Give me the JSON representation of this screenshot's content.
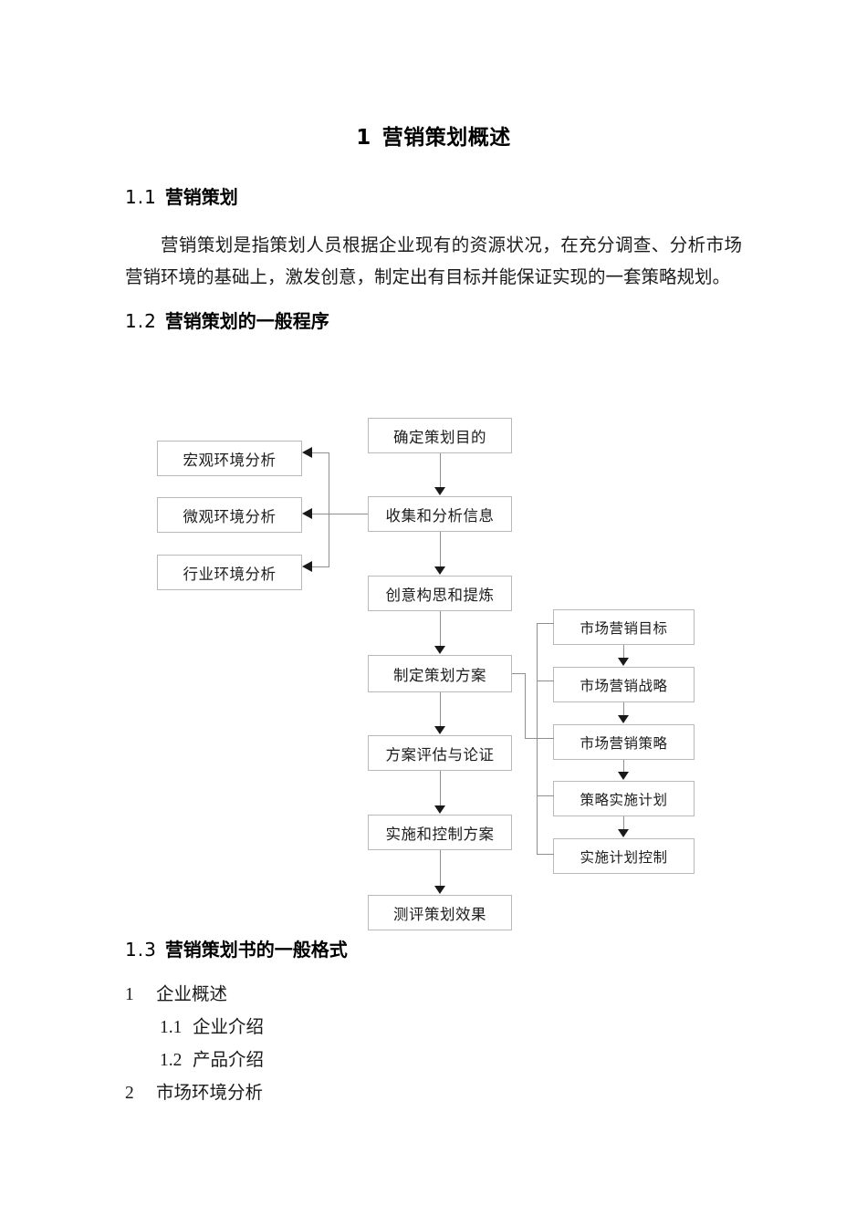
{
  "document": {
    "title_number": "1",
    "title_text": "营销策划概述"
  },
  "sections": {
    "s1_1": {
      "number": "1.1",
      "title": "营销策划"
    },
    "s1_2": {
      "number": "1.2",
      "title": "营销策划的一般程序"
    },
    "s1_3": {
      "number": "1.3",
      "title": "营销策划书的一般格式"
    }
  },
  "paragraph": {
    "s1_1_body": "营销策划是指策划人员根据企业现有的资源状况，在充分调查、分析市场营销环境的基础上，激发创意，制定出有目标并能保证实现的一套策略规划。"
  },
  "flowchart": {
    "main_steps": [
      {
        "id": "step-1",
        "label": "确定策划目的"
      },
      {
        "id": "step-2",
        "label": "收集和分析信息"
      },
      {
        "id": "step-3",
        "label": "创意构思和提炼"
      },
      {
        "id": "step-4",
        "label": "制定策划方案"
      },
      {
        "id": "step-5",
        "label": "方案评估与论证"
      },
      {
        "id": "step-6",
        "label": "实施和控制方案"
      },
      {
        "id": "step-7",
        "label": "测评策划效果"
      }
    ],
    "analysis_branches": [
      {
        "id": "branch-1",
        "label": "宏观环境分析"
      },
      {
        "id": "branch-2",
        "label": "微观环境分析"
      },
      {
        "id": "branch-3",
        "label": "行业环境分析"
      }
    ],
    "plan_components": [
      {
        "id": "component-1",
        "label": "市场营销目标"
      },
      {
        "id": "component-2",
        "label": "市场营销战略"
      },
      {
        "id": "component-3",
        "label": "市场营销策略"
      },
      {
        "id": "component-4",
        "label": "策略实施计划"
      },
      {
        "id": "component-5",
        "label": "实施计划控制"
      }
    ]
  },
  "outline": [
    {
      "index": "1",
      "label": "企业概述",
      "level": 1
    },
    {
      "index": "1.1",
      "label": "企业介绍",
      "level": 2
    },
    {
      "index": "1.2",
      "label": "产品介绍",
      "level": 2
    },
    {
      "index": "2",
      "label": "市场环境分析",
      "level": 1
    }
  ],
  "colors": {
    "text": "#1b1b1b",
    "box_border": "#b9b9b9",
    "connector": "#8f8f8f",
    "arrow": "#1a1a1a",
    "page_background": "#ffffff"
  }
}
